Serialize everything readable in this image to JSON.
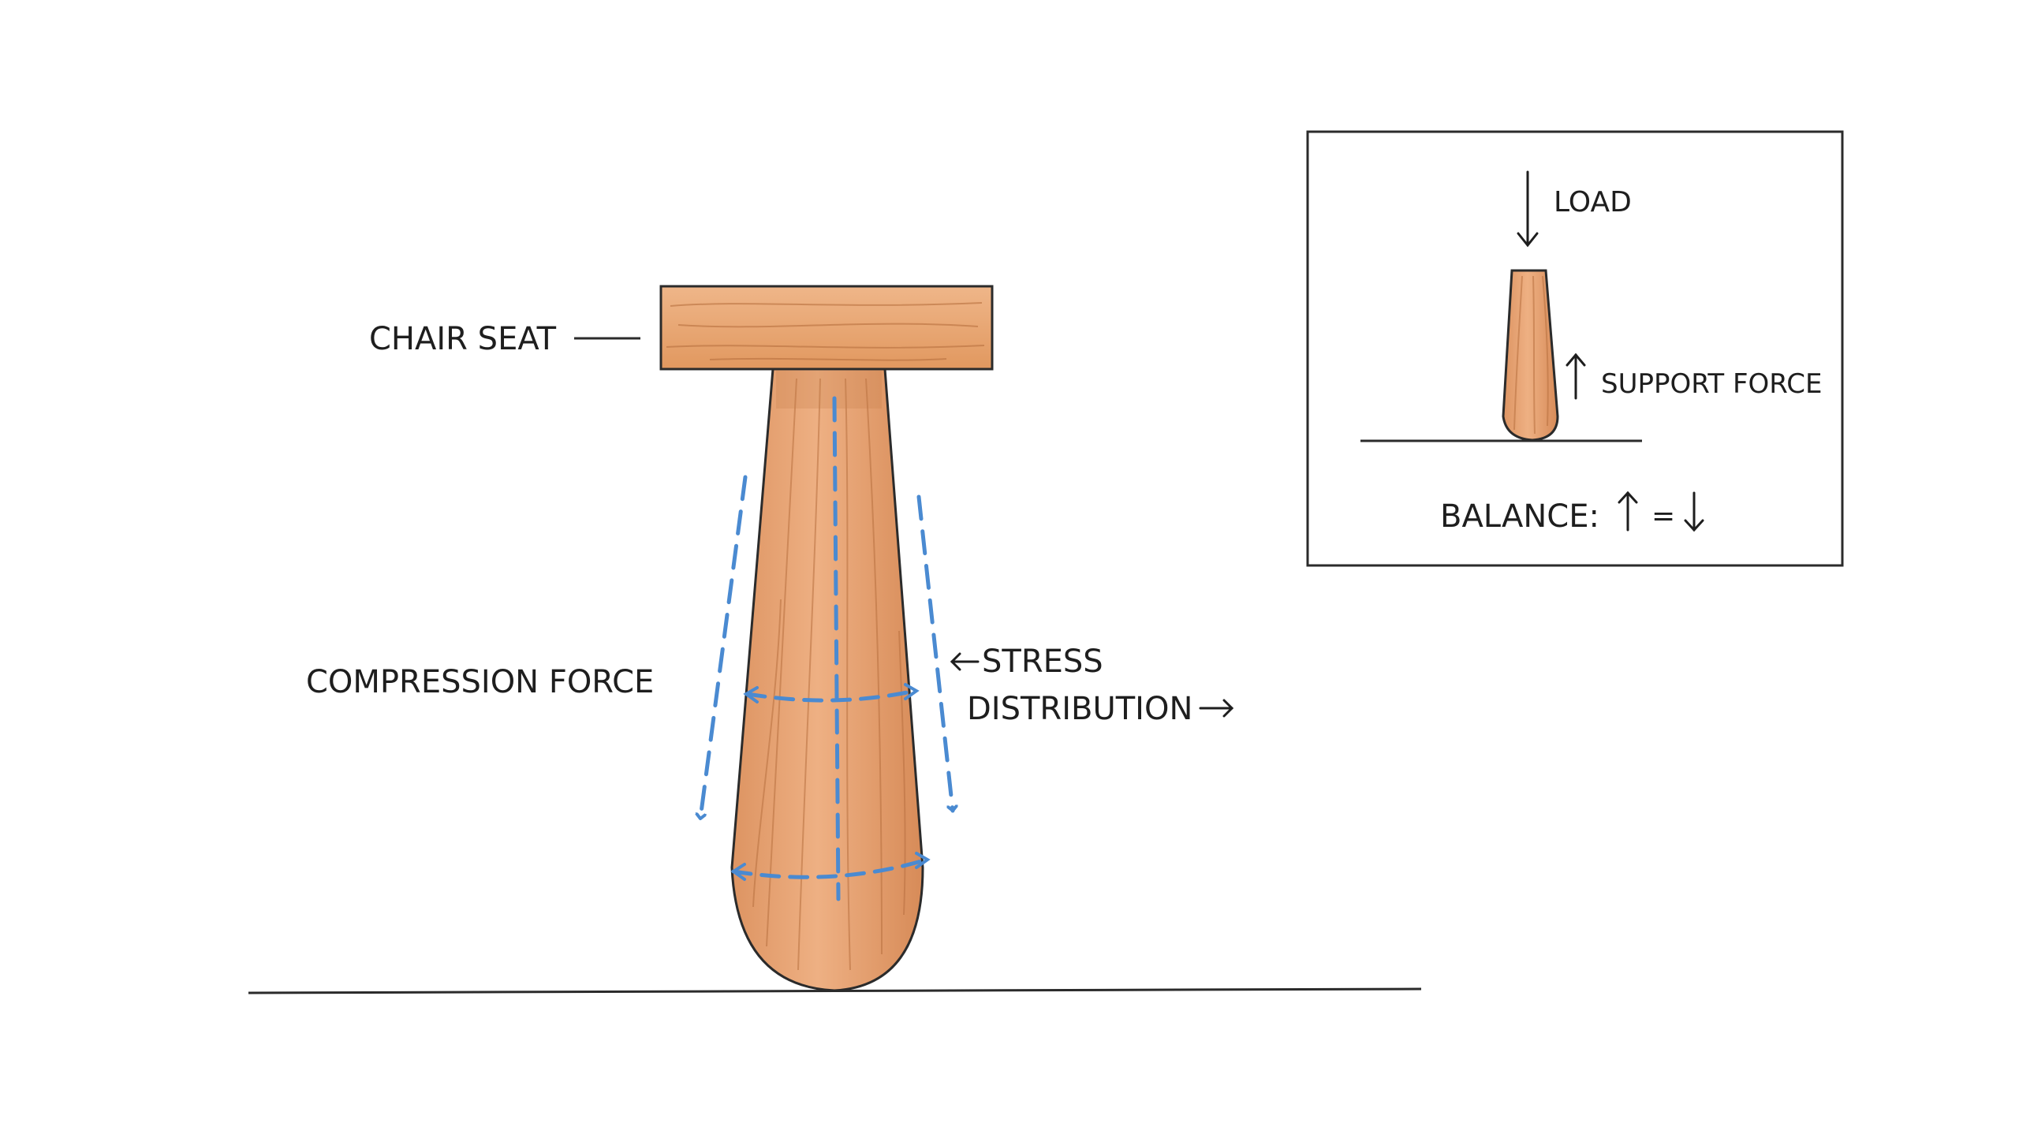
{
  "labels": {
    "chair_seat": "CHAIR SEAT",
    "compression_force": "COMPRESSION FORCE",
    "stress": "STRESS",
    "distribution": "DISTRIBUTION",
    "load": "LOAD",
    "support_force": "SUPPORT FORCE",
    "balance": "BALANCE:",
    "balance_equals": "="
  },
  "icons": {
    "up_arrow": "up-arrow-icon",
    "down_arrow": "down-arrow-icon",
    "left_arrow": "left-arrow-icon",
    "right_arrow": "right-arrow-icon"
  },
  "colors": {
    "wood_light": "#e9a877",
    "wood_dark": "#cf8453",
    "grain": "#b8703f",
    "outline": "#2b2b2b",
    "force_blue": "#4a8ad1",
    "ink": "#1e1e1e"
  }
}
